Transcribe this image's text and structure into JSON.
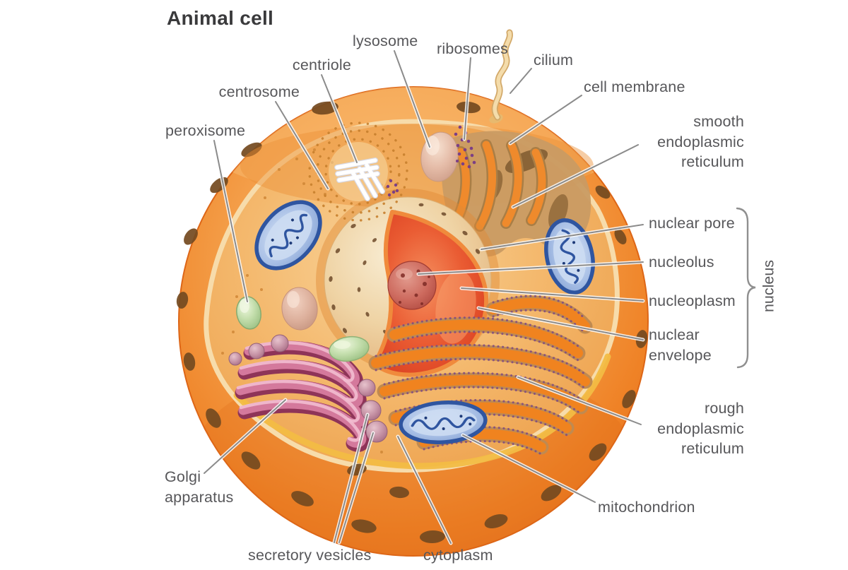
{
  "title": "Animal cell",
  "labels": {
    "peroxisome": "peroxisome",
    "centrosome": "centrosome",
    "centriole": "centriole",
    "lysosome": "lysosome",
    "ribosomes": "ribosomes",
    "cilium": "cilium",
    "cell_membrane": "cell membrane",
    "smooth_er": "smooth\nendoplasmic\nreticulum",
    "nuclear_pore": "nuclear pore",
    "nucleolus": "nucleolus",
    "nucleoplasm": "nucleoplasm",
    "nuclear_envelope": "nuclear\nenvelope",
    "nucleus": "nucleus",
    "rough_er": "rough\nendoplasmic\nreticulum",
    "mitochondrion": "mitochondrion",
    "cytoplasm": "cytoplasm",
    "secretory_vesicles": "secretory vesicles",
    "golgi_apparatus": "Golgi\napparatus"
  },
  "colors": {
    "title_text": "#3a3a3c",
    "label_text": "#57575a",
    "leader_line": "#8b8b8b",
    "cell_orange": "#ef8226",
    "cytoplasm_tan": "#f3b469",
    "nucleus_envelope_tan": "#efd3a4",
    "nucleoplasm_red": "#e85c33",
    "nucleolus_red": "#cd6a5e",
    "mitochondrion_blue": "#2f55a0",
    "golgi_pink": "#d4799c",
    "peroxisome_green": "#c5dfae",
    "ribosome_purple": "#7c3f85",
    "background": "#ffffff"
  }
}
